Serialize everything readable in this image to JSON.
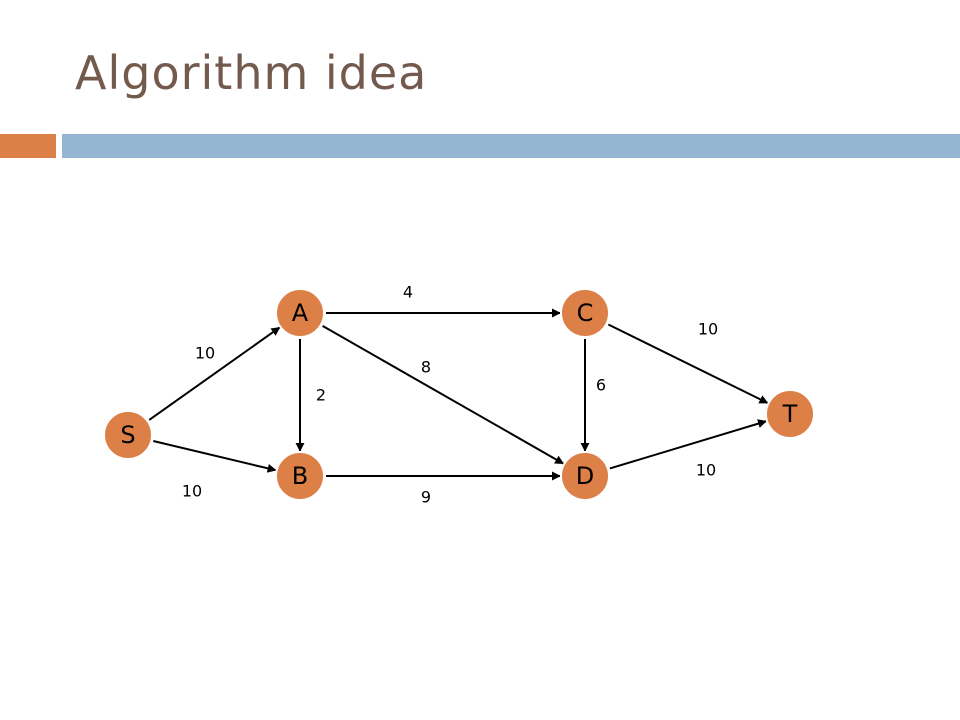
{
  "title": "Algorithm idea",
  "colors": {
    "title": "#735a4d",
    "accent_bar": "#dd8047",
    "main_bar": "#94b6d2",
    "node_fill": "#dd8047",
    "node_stroke": "#ffffff",
    "edge": "#000000"
  },
  "graph": {
    "nodes": [
      {
        "id": "S",
        "label": "S"
      },
      {
        "id": "A",
        "label": "A"
      },
      {
        "id": "B",
        "label": "B"
      },
      {
        "id": "C",
        "label": "C"
      },
      {
        "id": "D",
        "label": "D"
      },
      {
        "id": "T",
        "label": "T"
      }
    ],
    "edges": [
      {
        "from": "S",
        "to": "A",
        "weight": "10"
      },
      {
        "from": "S",
        "to": "B",
        "weight": "10"
      },
      {
        "from": "A",
        "to": "B",
        "weight": "2"
      },
      {
        "from": "A",
        "to": "C",
        "weight": "4"
      },
      {
        "from": "A",
        "to": "D",
        "weight": "8"
      },
      {
        "from": "B",
        "to": "D",
        "weight": "9"
      },
      {
        "from": "C",
        "to": "D",
        "weight": "6"
      },
      {
        "from": "C",
        "to": "T",
        "weight": "10"
      },
      {
        "from": "D",
        "to": "T",
        "weight": "10"
      }
    ]
  }
}
